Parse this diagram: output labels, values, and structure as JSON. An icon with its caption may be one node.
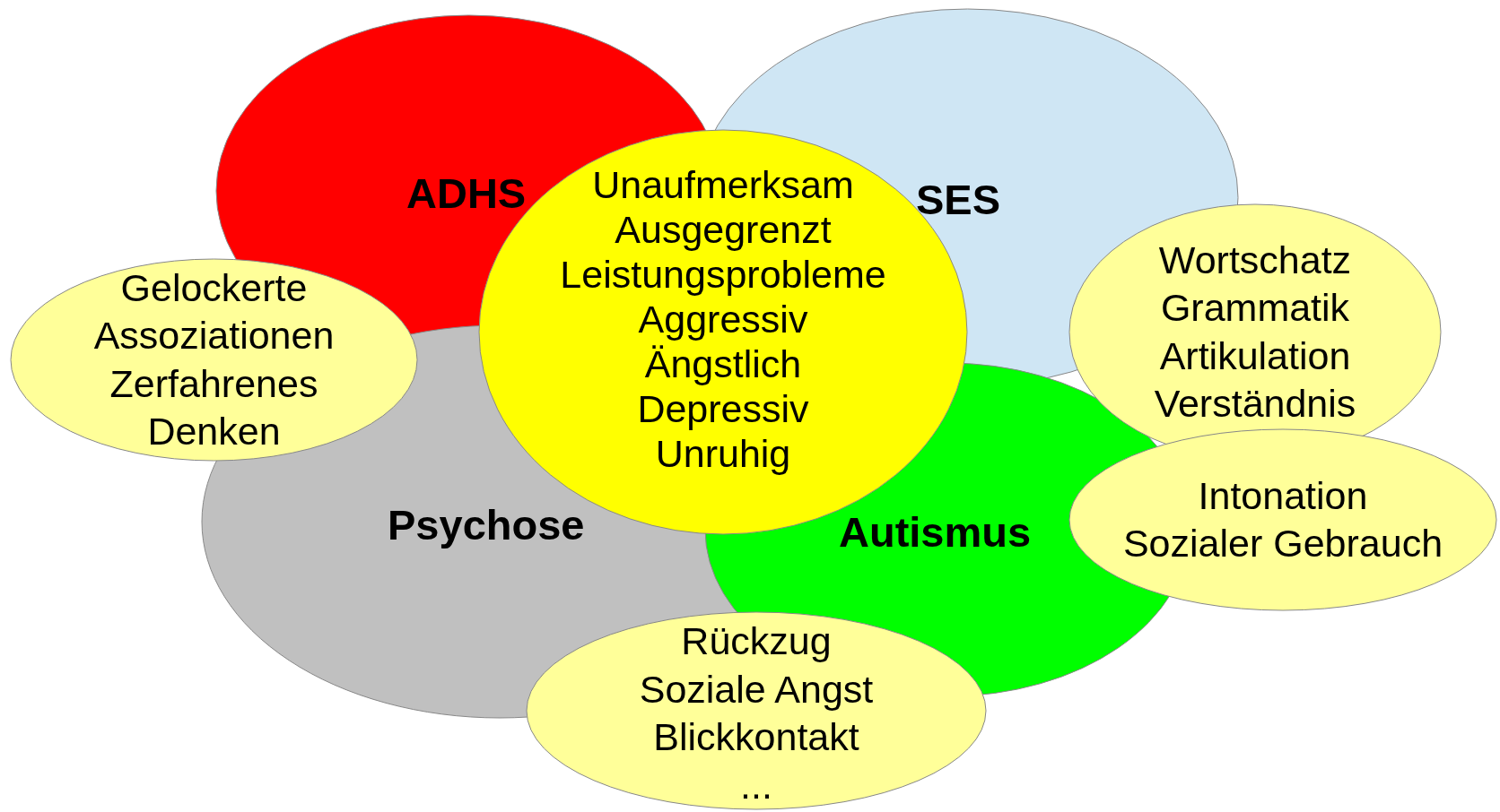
{
  "diagram": {
    "nodes": [
      {
        "text": [
          "ADHS"
        ]
      },
      {
        "text": [
          "SES"
        ]
      },
      {
        "text": [
          "Unaufmerksam",
          "Ausgegrenzt",
          "Leistungsprobleme",
          "Aggressiv",
          "Ängstlich",
          "Depressiv",
          "Unruhig"
        ]
      },
      {
        "text": [
          "Gelockerte Assoziationen",
          "Zerfahrenes Denken"
        ]
      },
      {
        "text": [
          "Wortschatz",
          "Grammatik",
          "Artikulation",
          "Verständnis"
        ]
      },
      {
        "text": [
          "Psychose"
        ]
      },
      {
        "text": [
          "Autismus"
        ]
      },
      {
        "text": [
          "Intonation",
          "Sozialer Gebrauch"
        ]
      },
      {
        "text": [
          "Rückzug",
          "Soziale Angst",
          "Blickkontakt",
          "..."
        ]
      }
    ]
  }
}
